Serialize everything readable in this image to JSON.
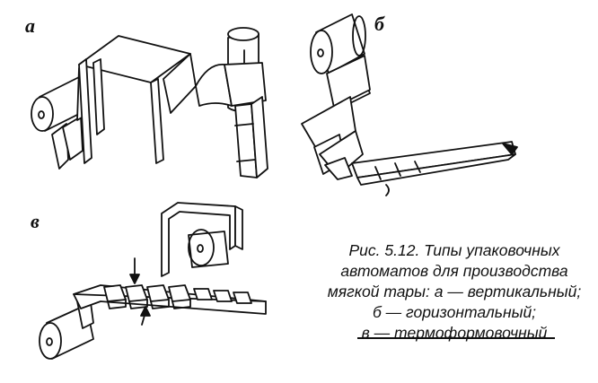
{
  "panels": {
    "a_label": "а",
    "b_label": "б",
    "c_label": "в"
  },
  "caption": {
    "lines": [
      "Рис. 5.12. Типы упаковочных",
      "автоматов для производства",
      "мягкой тары: а — вертикальный;",
      "б — горизонтальный;",
      "в — термоформовочный"
    ]
  },
  "colors": {
    "ink": "#111111",
    "paper": "#ffffff"
  }
}
